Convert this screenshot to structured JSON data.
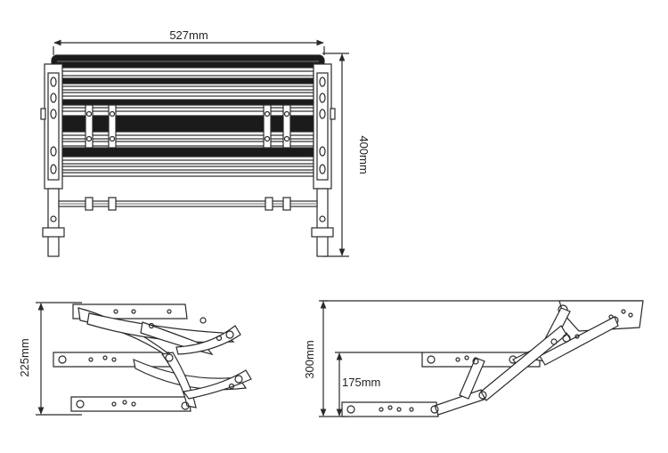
{
  "dimensions": {
    "front_width": "527mm",
    "front_height": "400mm",
    "folded_height": "225mm",
    "extended_height": "300mm",
    "lower_step_height": "175mm"
  },
  "colors": {
    "line": "#2a2a2a",
    "tread_dark": "#1b1b1b",
    "background": "#ffffff"
  }
}
